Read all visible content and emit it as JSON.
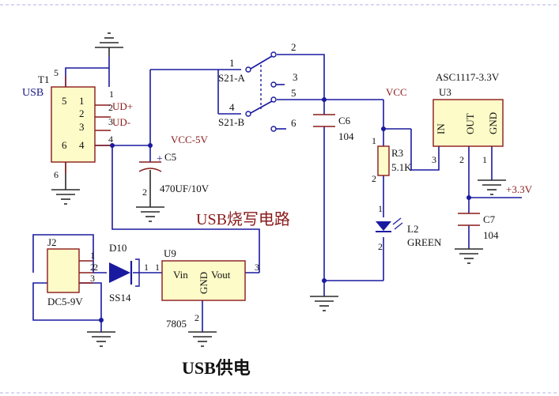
{
  "components": {
    "usb": {
      "ref": "T1",
      "name": "USB",
      "pins_left": [
        "5",
        "1",
        "2",
        "3",
        "6",
        "4"
      ],
      "nets": [
        "UD+",
        "UD-"
      ],
      "pin_numbers": [
        "1",
        "2",
        "3",
        "4",
        "5",
        "6"
      ]
    },
    "switch": {
      "ref_a": "S21-A",
      "ref_b": "S21-B",
      "pins": [
        "1",
        "2",
        "3",
        "4",
        "5",
        "6"
      ]
    },
    "c5": {
      "ref": "C5",
      "value": "470UF/10V",
      "polarity": "+",
      "pin": "2"
    },
    "c6": {
      "ref": "C6",
      "value": "104"
    },
    "c7": {
      "ref": "C7",
      "value": "104"
    },
    "r3": {
      "ref": "R3",
      "value": "5.1K",
      "pins": [
        "1",
        "2"
      ]
    },
    "led": {
      "ref": "L2",
      "value": "GREEN",
      "pins": [
        "1",
        "2"
      ]
    },
    "u3": {
      "ref": "U3",
      "part": "ASC1117-3.3V",
      "pins": [
        "IN",
        "OUT",
        "GND"
      ],
      "pin_numbers": [
        "3",
        "2",
        "1"
      ]
    },
    "j2": {
      "ref": "J2",
      "value": "DC5-9V",
      "pins": [
        "1",
        "2",
        "3"
      ]
    },
    "d10": {
      "ref": "D10",
      "value": "SS14",
      "pins": [
        "1",
        "2"
      ]
    },
    "u9": {
      "ref": "U9",
      "part": "7805",
      "pins": [
        "Vin",
        "GND",
        "Vout"
      ],
      "pin_numbers": [
        "1",
        "2",
        "3"
      ]
    }
  },
  "nets": {
    "vcc5": "VCC-5V",
    "vcc": "VCC",
    "v33": "+3.3V"
  },
  "labels": {
    "usb_programming": "USB烧写电路",
    "usb_power": "USB供电"
  },
  "colors": {
    "wire": "#1a1aa0",
    "component": "#8a1a1a",
    "text": "#111111",
    "border": "#b0b0e8"
  }
}
